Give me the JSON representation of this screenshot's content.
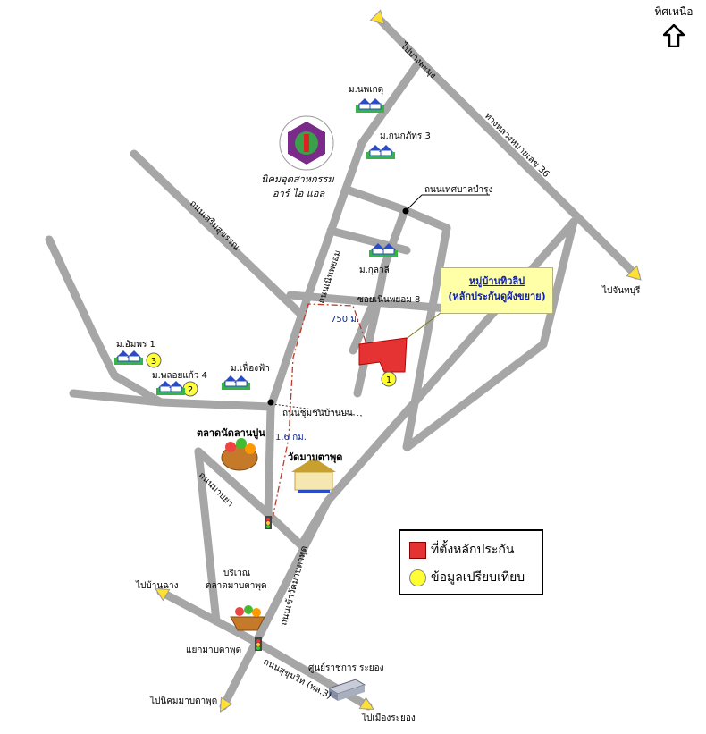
{
  "north": {
    "label": "ทิศเหนือ"
  },
  "project": {
    "name": "หมู่บ้านทิวลิป",
    "subtitle": "(หลักประกันดูผังขยาย)"
  },
  "legend": {
    "collateral_label": "ที่ตั้งหลักประกัน",
    "comparison_label": "ข้อมูลเปรียบเทียบ",
    "collateral_color": "#e53232",
    "comparison_color": "#ffff33"
  },
  "colors": {
    "road": "#a6a6a6",
    "route": "#c0392b",
    "distance_text": "#0b2a9c"
  },
  "roads": {
    "to_bang_lamung": "ไปบางละมุง",
    "hwy36": "ทางหลวงหมายเลข 36",
    "to_chanthaburi": "ไปจันทบุรี",
    "thetsaban": "ถนนเทศบาลบำรุง",
    "soi_noen_phayom": "ซอยเนินพยอม 8",
    "noen_phayom": "ถนนเนินพยอม",
    "chumchon_ban_bon": "ถนนชุมชนบ้านบน",
    "map_ya": "ถนนมาบยา",
    "khao_wat": "ถนนเข้าวัดมาบตาพุด",
    "sukhumvit": "ถนนสุขุมวิท (ทล.3)",
    "serm_suk": "ถนนเสริมสุขรรณ",
    "to_ban_chang": "ไปบ้านฉาง",
    "to_nikhom": "ไปนิคมมาบตาพุด",
    "to_mueang": "ไปเมืองระยอง",
    "junction": "แยกมาบตาพุด"
  },
  "places": {
    "nopaket": "ม.นพเกตุ",
    "kanok": "ม.กนกภัทร 3",
    "kunlawalee": "ม.กุลวลี",
    "aumporn": "ม.อัมพร 1",
    "ploykaew": "ม.พลอยแก้ว 4",
    "fueangfa": "ม.เฟื่องฟ้า",
    "market_lan": "ตลาดนัดลานปูน",
    "wat": "วัดมาบตาพุด",
    "market_area_1": "บริเวณ",
    "market_area_2": "ตลาดมาบตาพุด",
    "govt_center": "ศูนย์ราชการ ระยอง",
    "estate_1": "นิคมอุตสาหกรรม",
    "estate_2": "อาร์ ไอ แอล"
  },
  "distances": {
    "d1": "750 ม.",
    "d2": "1.6 กม."
  },
  "markers": {
    "m1": "1",
    "m2": "2",
    "m3": "3"
  },
  "icons": [
    "north-arrow-icon",
    "house-icon",
    "traffic-light-icon",
    "arrow-marker-icon",
    "estate-logo-icon",
    "market-basket-icon",
    "temple-icon",
    "government-building-icon"
  ]
}
